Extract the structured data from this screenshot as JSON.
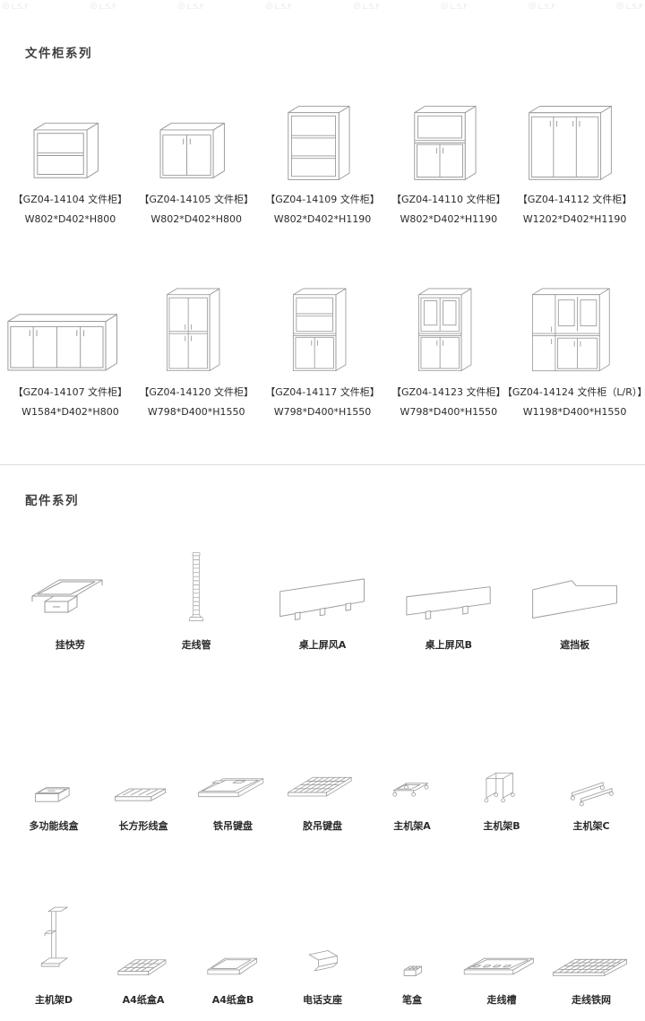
{
  "page": {
    "watermark_text": "L.S.F",
    "line_color": "#9a9a9a",
    "divider_color": "#dcdcdc"
  },
  "cabinet_section": {
    "title": "文件柜系列",
    "items": [
      {
        "code": "【GZ04-14104 文件柜】",
        "size": "W802*D402*H800",
        "icon": "cabinet-open-low-icon"
      },
      {
        "code": "【GZ04-14105 文件柜】",
        "size": "W802*D402*H800",
        "icon": "cabinet-two-door-low-icon"
      },
      {
        "code": "【GZ04-14109 文件柜】",
        "size": "W802*D402*H1190",
        "icon": "cabinet-open-mid-icon"
      },
      {
        "code": "【GZ04-14110 文件柜】",
        "size": "W802*D402*H1190",
        "icon": "cabinet-open-top-doors-mid-icon"
      },
      {
        "code": "【GZ04-14112 文件柜】",
        "size": "W1202*D402*H1190",
        "icon": "cabinet-three-door-mid-icon"
      },
      {
        "code": "【GZ04-14107 文件柜】",
        "size": "W1584*D402*H800",
        "icon": "cabinet-four-door-low-wide-icon"
      },
      {
        "code": "【GZ04-14120 文件柜】",
        "size": "W798*D400*H1550",
        "icon": "cabinet-four-door-tall-icon"
      },
      {
        "code": "【GZ04-14117 文件柜】",
        "size": "W798*D400*H1550",
        "icon": "cabinet-open-top-doors-tall-icon"
      },
      {
        "code": "【GZ04-14123 文件柜】",
        "size": "W798*D400*H1550",
        "icon": "cabinet-glass-top-tall-icon"
      },
      {
        "code": "【GZ04-14124 文件柜（L/R）】",
        "size": "W1198*D400*H1550",
        "icon": "cabinet-glass-top-tall-wide-icon"
      }
    ]
  },
  "accessory_section": {
    "title": "配件系列",
    "rows": [
      [
        {
          "label": "挂快劳",
          "icon": "hanging-file-frame-icon"
        },
        {
          "label": "走线管",
          "icon": "cable-tube-icon"
        },
        {
          "label": "桌上屏风A",
          "icon": "desk-screen-a-icon"
        },
        {
          "label": "桌上屏风B",
          "icon": "desk-screen-b-icon"
        },
        {
          "label": "遮挡板",
          "icon": "modesty-panel-icon"
        }
      ],
      [
        {
          "label": "多功能线盒",
          "icon": "multi-cable-box-icon"
        },
        {
          "label": "长方形线盒",
          "icon": "rect-cable-box-icon"
        },
        {
          "label": "铁吊键盘",
          "icon": "metal-keyboard-tray-icon"
        },
        {
          "label": "胶吊键盘",
          "icon": "plastic-keyboard-tray-icon"
        },
        {
          "label": "主机架A",
          "icon": "cpu-holder-a-icon"
        },
        {
          "label": "主机架B",
          "icon": "cpu-holder-b-icon"
        },
        {
          "label": "主机架C",
          "icon": "cpu-holder-c-icon"
        }
      ],
      [
        {
          "label": "主机架D",
          "icon": "cpu-holder-d-icon"
        },
        {
          "label": "A4纸盒A",
          "icon": "a4-tray-a-icon"
        },
        {
          "label": "A4纸盒B",
          "icon": "a4-tray-b-icon"
        },
        {
          "label": "电话支座",
          "icon": "phone-stand-icon"
        },
        {
          "label": "笔盒",
          "icon": "pen-box-icon"
        },
        {
          "label": "走线槽",
          "icon": "cable-trough-icon"
        },
        {
          "label": "走线铁网",
          "icon": "cable-mesh-icon"
        }
      ]
    ]
  }
}
